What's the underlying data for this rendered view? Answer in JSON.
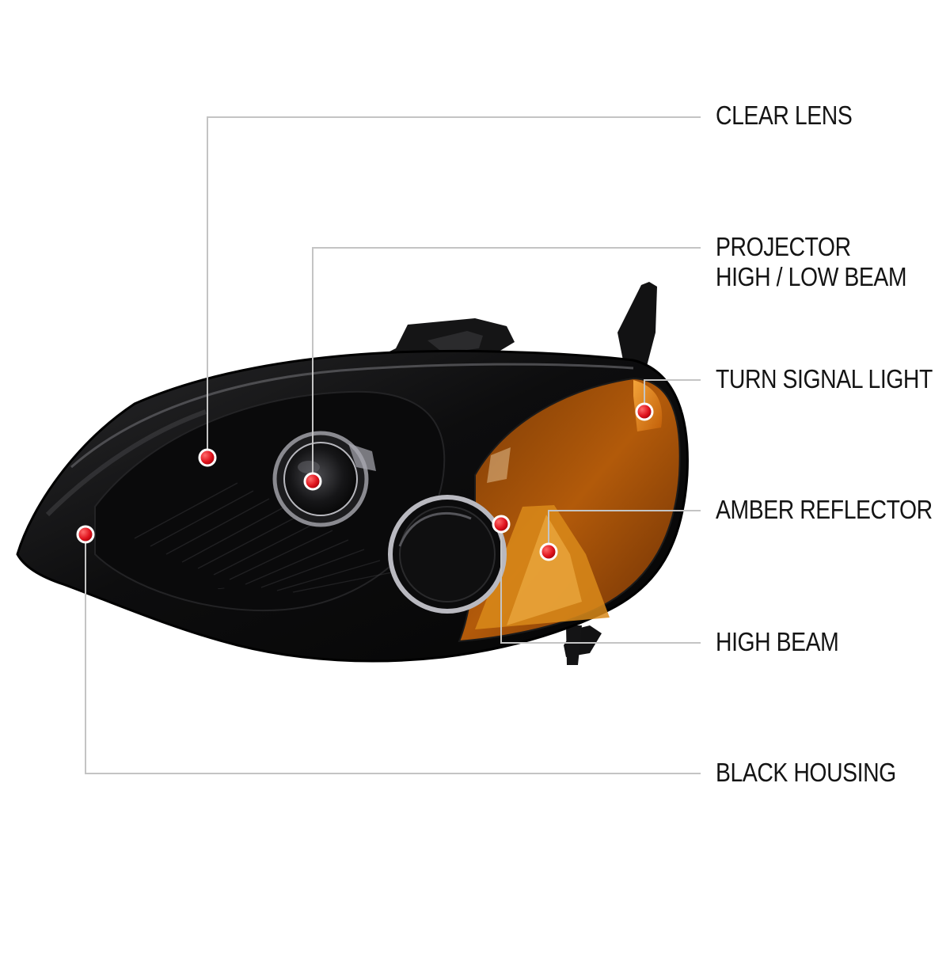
{
  "callouts": [
    {
      "id": "clear-lens",
      "lines": [
        "CLEAR LENS"
      ]
    },
    {
      "id": "projector",
      "lines": [
        "PROJECTOR",
        "HIGH / LOW BEAM"
      ]
    },
    {
      "id": "turn-signal",
      "lines": [
        "TURN SIGNAL LIGHT"
      ]
    },
    {
      "id": "amber-reflector",
      "lines": [
        "AMBER REFLECTOR"
      ]
    },
    {
      "id": "high-beam",
      "lines": [
        "HIGH BEAM"
      ]
    },
    {
      "id": "black-housing",
      "lines": [
        "BLACK HOUSING"
      ]
    }
  ],
  "colors": {
    "leader_line": "#c4c4c4",
    "marker_red": "#e0141e",
    "housing": "#0c0c0d",
    "amber": "#c96a0c",
    "text": "#141414"
  }
}
